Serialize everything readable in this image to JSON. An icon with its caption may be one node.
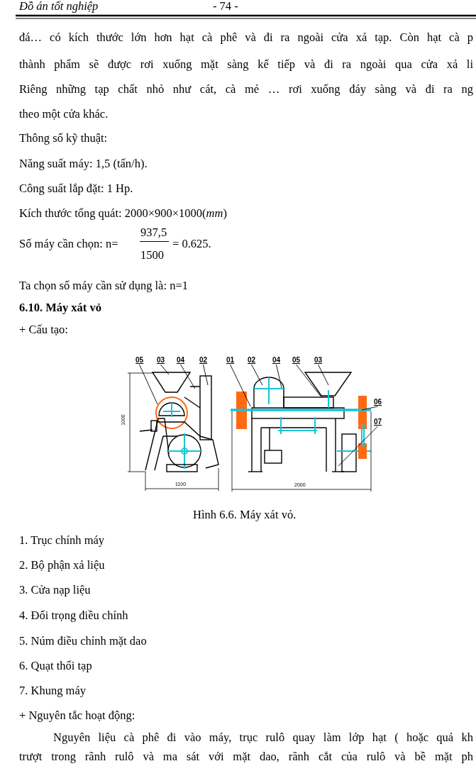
{
  "diagram": {
    "caption": "Hình 6.6. Máy xát vỏ.",
    "nodes": [
      {
        "text": [
          "05"
        ]
      },
      {
        "text": [
          "03"
        ]
      },
      {
        "text": [
          "04"
        ]
      },
      {
        "text": [
          "02"
        ]
      },
      {
        "text": [
          "01"
        ]
      },
      {
        "text": [
          "02"
        ]
      },
      {
        "text": [
          "04"
        ]
      },
      {
        "text": [
          "05"
        ]
      },
      {
        "text": [
          "03"
        ]
      },
      {
        "text": [
          "06"
        ]
      },
      {
        "text": [
          "07"
        ]
      }
    ],
    "edges": [
      {
        "from": 0,
        "to": null,
        "arrow": "none"
      },
      {
        "from": 1,
        "to": null,
        "arrow": "none"
      },
      {
        "from": 2,
        "to": null,
        "arrow": "none"
      },
      {
        "from": 3,
        "to": null,
        "arrow": "none"
      },
      {
        "from": 4,
        "to": null,
        "arrow": "none"
      },
      {
        "from": 5,
        "to": null,
        "arrow": "none"
      },
      {
        "from": 6,
        "to": null,
        "arrow": "none"
      },
      {
        "from": 7,
        "to": null,
        "arrow": "none"
      },
      {
        "from": 8,
        "to": null,
        "arrow": "none"
      },
      {
        "from": 9,
        "to": null,
        "arrow": "none"
      },
      {
        "from": 10,
        "to": null,
        "arrow": "none"
      }
    ],
    "labels": [
      "Đồ án tốt nghiệp",
      "- 74 -",
      "đá… có kích thước lớn hơn hạt cà phê và đi ra ngoài cửa xả tạp. Còn hạt cà p",
      "thành phẩm sẽ được rơi xuống mặt sàng kế tiếp và đi ra ngoài qua cửa xả li",
      "Riêng những tạp chất nhỏ như cát, cà mẻ … rơi xuống đáy sàng và đi ra ng",
      "theo một cửa khác.",
      "Thông số kỹ thuật:",
      "Năng suất máy: 1,5 (tấn/h).",
      "Công suất lắp đặt: 1 Hp.",
      "Kích thước tổng quát: 2000×900×1000(*mm*)",
      "Số máy cần chọn: n=",
      "937,5",
      "1500",
      "= 0.625.",
      "Ta chọn số máy cần sử dụng là: n=1",
      "6.10. Máy xát vỏ",
      "+ Cấu tạo:",
      "1000",
      "1100",
      "2000",
      "1. Trục chính máy",
      "2. Bộ phận xả liệu",
      "3. Cửa nạp liệu",
      "4. Đối trọng điều chỉnh",
      "5. Núm điều chỉnh mặt dao",
      "6. Quạt thổi tạp",
      "7. Khung máy",
      "+ Nguyên tắc hoạt động:",
      "Nguyên liệu cà phê đi vào máy, trục rulô quay làm lớp hạt ( hoặc quả kh",
      "trượt trong rãnh rulô và ma sát với mặt dao, rãnh cắt của rulô và bề mặt ph"
    ]
  }
}
